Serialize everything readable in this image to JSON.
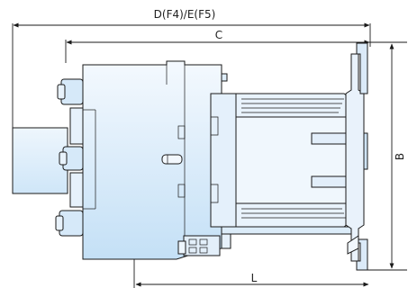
{
  "drawing": {
    "dimensions": {
      "overall_label": "D(F4)/E(F5)",
      "body_length_label": "C",
      "height_label": "B",
      "depth_label": "L"
    },
    "colors": {
      "line": "#1a1a1a",
      "fill_top": "#f4f9fe",
      "fill_bottom": "#c4e0f6",
      "rail": "#e9f2fb"
    }
  }
}
